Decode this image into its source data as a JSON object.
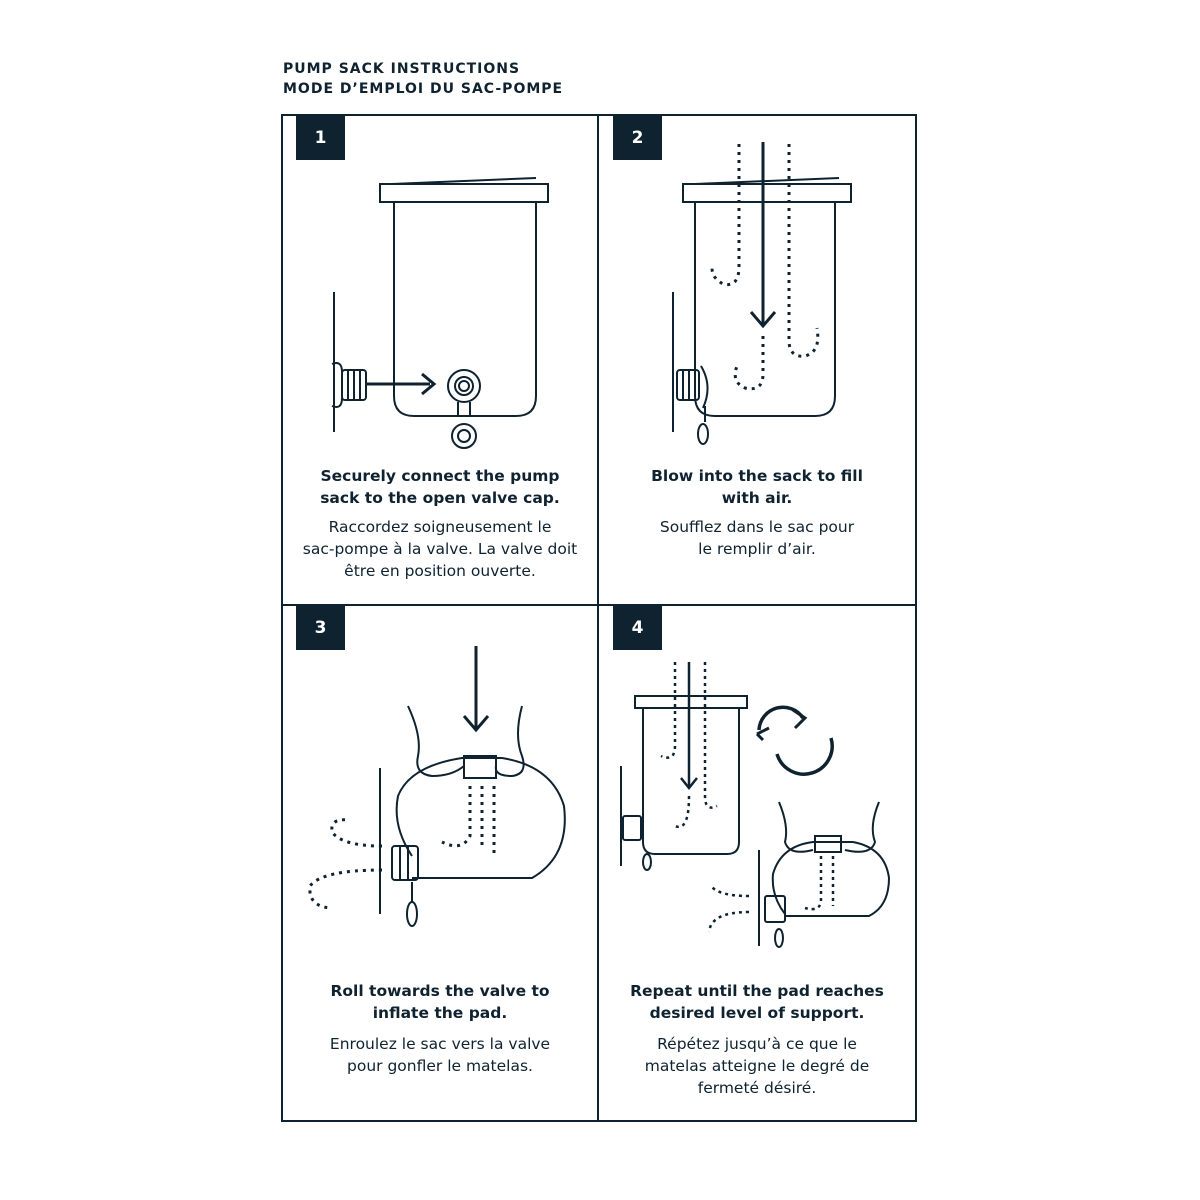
{
  "header": {
    "title_en": "PUMP SACK INSTRUCTIONS",
    "title_fr": "MODE D’EMPLOI DU SAC-POMPE"
  },
  "steps": [
    {
      "number": "1",
      "title_lines": [
        "Securely connect the pump",
        "sack to the open valve cap."
      ],
      "desc_lines": [
        "Raccordez soigneusement le",
        "sac-pompe à la valve. La valve doit",
        "être en position ouverte."
      ]
    },
    {
      "number": "2",
      "title_lines": [
        "Blow into the sack to fill",
        "with air."
      ],
      "desc_lines": [
        "Soufflez dans le sac pour",
        "le remplir d’air."
      ]
    },
    {
      "number": "3",
      "title_lines": [
        "Roll towards the valve to",
        "inflate the pad."
      ],
      "desc_lines": [
        "Enroulez le sac vers la valve",
        "pour gonfler le matelas."
      ]
    },
    {
      "number": "4",
      "title_lines": [
        "Repeat until the pad reaches",
        "desired level of support."
      ],
      "desc_lines": [
        "Répétez jusqu’à ce que le",
        "matelas atteigne le degré de",
        "fermeté désiré."
      ]
    }
  ],
  "colors": {
    "ink": "#0f2230"
  }
}
